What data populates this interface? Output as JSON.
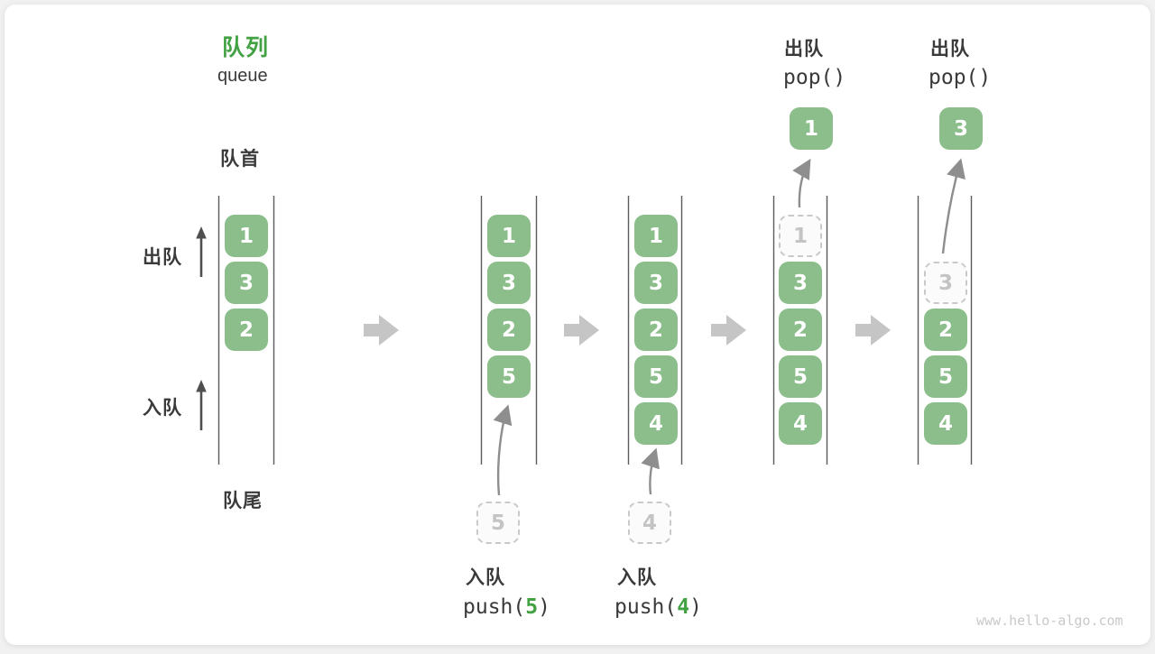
{
  "header": {
    "title_zh": "队列",
    "title_en": "queue"
  },
  "labels": {
    "front": "队首",
    "rear": "队尾",
    "dequeue": "出队",
    "enqueue": "入队"
  },
  "states": [
    {
      "boxes": [
        "1",
        "3",
        "2"
      ]
    },
    {
      "boxes": [
        "1",
        "3",
        "2",
        "5"
      ],
      "incoming": "5"
    },
    {
      "boxes": [
        "1",
        "3",
        "2",
        "5",
        "4"
      ],
      "incoming": "4"
    },
    {
      "boxes": [
        "3",
        "2",
        "5",
        "4"
      ],
      "leaving": "1",
      "popped": "1"
    },
    {
      "boxes": [
        "2",
        "5",
        "4"
      ],
      "leaving": "3",
      "popped": "3"
    }
  ],
  "ops": {
    "push_a": {
      "label": "入队",
      "pre": "push(",
      "arg": "5",
      "post": ")"
    },
    "push_b": {
      "label": "入队",
      "pre": "push(",
      "arg": "4",
      "post": ")"
    },
    "pop_a": {
      "label": "出队",
      "code": "pop()"
    },
    "pop_b": {
      "label": "出队",
      "code": "pop()"
    }
  },
  "colors": {
    "box_green": "#8cbe8c",
    "accent_green": "#42a142",
    "text_dark": "#3a3a3a",
    "ghost_gray": "#c9c9c9",
    "step_arrow_gray": "#c5c5c5",
    "channel_line": "#5c5c5c"
  },
  "watermark": "www.hello-algo.com"
}
